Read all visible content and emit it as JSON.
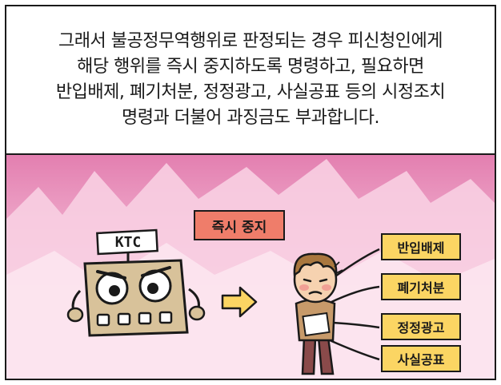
{
  "caption": {
    "lines": [
      "그래서 불공정무역행위로 판정되는 경우 피신청인에게",
      "해당 행위를 즉시 중지하도록 명령하고, 필요하면",
      "반입배제, 폐기처분, 정정광고, 사실공표 등의 시정조치",
      "명령과 더불어 과징금도 부과합니다."
    ]
  },
  "scene": {
    "sign_label": "KTC",
    "stop_order": "즉시 중지",
    "measures": [
      "반입배제",
      "폐기처분",
      "정정광고",
      "사실공표"
    ]
  },
  "colors": {
    "background_pink": "#f0a8c8",
    "stop_box": "#ef7d6a",
    "tag_yellow": "#fbd563",
    "arrow_yellow": "#fbd563",
    "sign_body": "#d8c29a"
  }
}
